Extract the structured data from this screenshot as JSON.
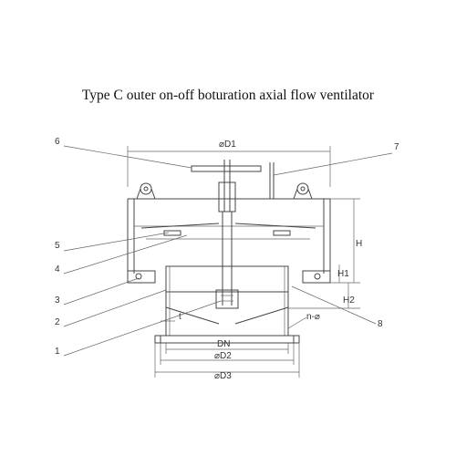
{
  "title": "Type C outer on-off boturation axial flow ventilator",
  "callouts": [
    "1",
    "2",
    "3",
    "4",
    "5",
    "6",
    "7",
    "8"
  ],
  "dimensions": {
    "d1": "⌀D1",
    "h": "H",
    "h1": "H1",
    "h2": "H2",
    "t": "t",
    "n_holes": "n-⌀",
    "dn": "DN",
    "d2": "⌀D2",
    "d3": "⌀D3"
  }
}
